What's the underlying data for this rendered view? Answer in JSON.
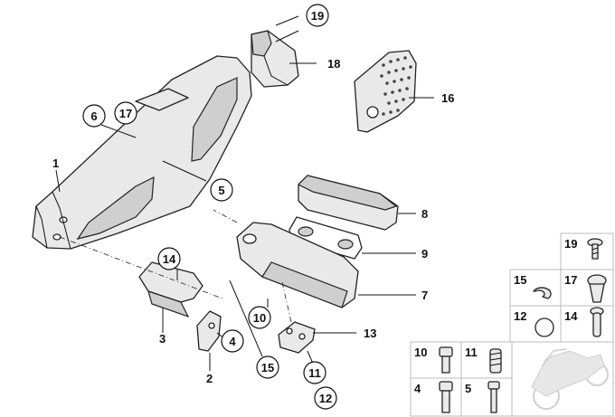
{
  "callouts": {
    "c1": "1",
    "c2": "2",
    "c3": "3",
    "c4": "4",
    "c5": "5",
    "c6": "6",
    "c7": "7",
    "c8": "8",
    "c9": "9",
    "c10": "10",
    "c11": "11",
    "c12": "12",
    "c13": "13",
    "c14": "14",
    "c15": "15",
    "c16": "16",
    "c17": "17",
    "c18": "18",
    "c19": "19"
  },
  "legend": {
    "l19": "19",
    "l15": "15",
    "l17": "17",
    "l12": "12",
    "l14": "14",
    "l10": "10",
    "l11": "11",
    "l4": "4",
    "l5": "5"
  }
}
